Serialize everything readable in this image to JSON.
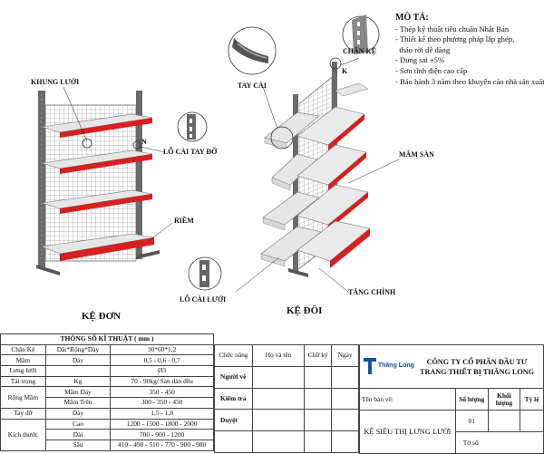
{
  "labels": {
    "khung_luoi": "KHUNG LƯỚI",
    "n_marker": "N",
    "lo_cai_tay_do": "LỖ CÀI TAY ĐỠ",
    "riem": "RIỀM",
    "ke_don": "KỆ ĐƠN",
    "tay_cai": "TAY CÀI",
    "chan_ke": "CHÂN KỆ",
    "k_marker": "K",
    "mam_san": "MÂM SÀN",
    "lo_cai_luoi": "LỖ CÀI LƯỚI",
    "tang_chinh": "TĂNG CHỈNH",
    "ke_doi": "KỆ ĐÔI"
  },
  "description": {
    "title": "MÔ TẢ:",
    "lines": [
      "- Thép kỹ thuật tiêu chuẩn Nhật Bản",
      "- Thiết kế theo phương pháp lắp ghép,",
      "  tháo rời dễ dàng",
      "- Dung sai ±5%",
      "- Sơn tĩnh điện cao cấp",
      "- Bảo hành 3 năm theo khuyến cáo nhà sản xuất."
    ]
  },
  "spec": {
    "title": "THÔNG SỐ KĨ THUẬT ( mm )",
    "rows": [
      [
        "Chân Kệ",
        "Dài*Rộng*Dày",
        "30*60*1,2"
      ],
      [
        "Mâm",
        "Dày",
        "0,5 - 0,6 - 0,7"
      ],
      [
        "Lưng lưới",
        "",
        "Ø3"
      ],
      [
        "Tải trọng",
        "Kg",
        "70 - 90kg/ Sàn dàn đều"
      ],
      [
        "Rộng Mâm",
        "Mâm Đáy",
        "350 - 450"
      ],
      [
        "",
        "Mâm Trên",
        "300 - 350 - 450"
      ],
      [
        "Tay đỡ",
        "Dày",
        "1,5 - 1,8"
      ],
      [
        "Kích thước",
        "Cao",
        "1200 - 1500 - 1800 - 2000"
      ],
      [
        "",
        "Dài",
        "700 - 900 - 1200"
      ],
      [
        "",
        "Sâu",
        "410 - 490 - 510 - 770 - 900 - 980"
      ]
    ]
  },
  "sign": {
    "headers": [
      "Chức năng",
      "Họ và tên",
      "Chữ ký",
      "Ngày"
    ],
    "rows": [
      "Người vẽ",
      "Kiểm tra",
      "Duyệt"
    ]
  },
  "title_block": {
    "company_line1": "CÔNG TY CỔ PHẦN ĐẦU TƯ",
    "company_line2": "TRANG THIẾT BỊ THĂNG LONG",
    "logo_text": "Thăng Long",
    "drawing_name_label": "Tên bản vẽ:",
    "drawing_name": "KỆ SIÊU THỊ LƯNG LƯỚI",
    "qty_label": "Số lượng",
    "weight_label": "Khối lượng",
    "scale_label": "Tỷ lệ",
    "qty_value": "01",
    "sheet_label": "Tờ số"
  },
  "colors": {
    "rim": "#d42020",
    "frame": "#555555",
    "shelf": "#e8e8e8",
    "logo": "#1a4fa0"
  }
}
